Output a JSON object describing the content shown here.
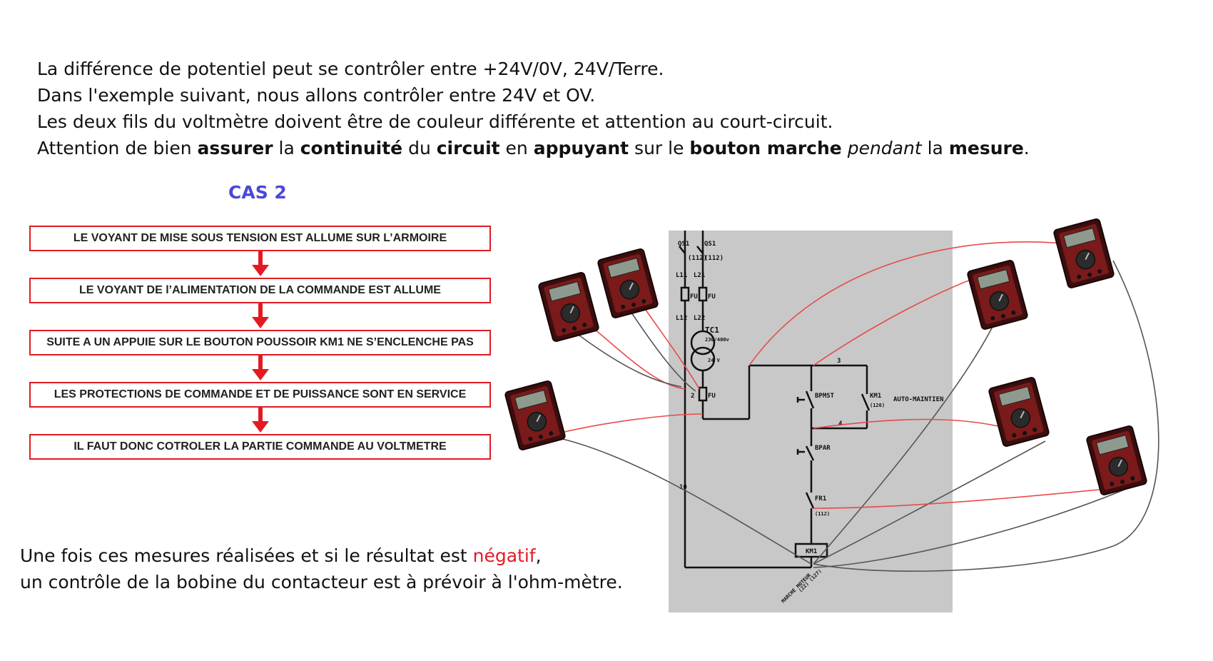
{
  "intro": {
    "line1": "La différence de potentiel peut se contrôler entre +24V/0V, 24V/Terre.",
    "line2": "Dans l'exemple suivant, nous allons contrôler entre 24V et OV.",
    "line3": "Les deux fils du voltmètre doivent être de couleur différente et attention au court-circuit.",
    "line4": {
      "t1": "Attention de bien ",
      "b1": "assurer",
      "t2": " la ",
      "b2": "continuité",
      "t3": " du ",
      "b3": "circuit",
      "t4": " en ",
      "b4": "appuyant",
      "t5": " sur le ",
      "b5": "bouton marche",
      "t6": " ",
      "i1": "pendant",
      "t7": " la ",
      "b6": "mesure",
      "t8": "."
    }
  },
  "case_title": "CAS 2",
  "flowchart": {
    "steps": [
      "LE VOYANT DE MISE SOUS TENSION EST ALLUME SUR L’ARMOIRE",
      "LE VOYANT DE l’ALIMENTATION DE LA COMMANDE EST ALLUME",
      "SUITE A UN APPUIE SUR LE BOUTON POUSSOIR KM1 NE S’ENCLENCHE PAS",
      "LES PROTECTIONS DE COMMANDE ET DE PUISSANCE SONT EN SERVICE",
      "IL FAUT DONC COTROLER LA PARTIE COMMANDE  AU VOLTMETRE"
    ],
    "border_color": "#e21b23",
    "arrow_color": "#e21b23"
  },
  "conclusion": {
    "line1_a": "Une fois ces mesures réalisées et si le résultat est ",
    "line1_neg": "négatif",
    "line1_b": ",",
    "line2": "un contrôle de la bobine du contacteur est à prévoir à l'ohm-mètre."
  },
  "schematic": {
    "background": "#c8c8c8",
    "labels": {
      "qs1_a": "QS1",
      "qs1_b": "QS1",
      "ref_a": "(112)",
      "ref_b": "(112)",
      "l11": "L11",
      "l21": "L21",
      "l12": "L12",
      "l22": "L22",
      "fu_a": "FU",
      "fu_b": "FU",
      "tc1": "TC1",
      "tc1_rating": "230/400v",
      "v24": "24 V",
      "fu_c": "FU",
      "w2": "2",
      "w3": "3",
      "w4": "4",
      "bpmst": "BPMST",
      "km1_contact": "KM1",
      "km1_ref": "(126)",
      "auto": "AUTO-MAINTIEN",
      "bpar": "BPAR",
      "fr1": "FR1",
      "fr1_ref": "(112)",
      "km1_coil": "KM1",
      "w10": "10",
      "marche": "MARCHE MOTEUR",
      "marche_ref": "(22)  (127)"
    }
  },
  "multimeter_icon": "multimeter-icon",
  "lead_colors": {
    "red": "#e84a4a",
    "black": "#555555"
  }
}
